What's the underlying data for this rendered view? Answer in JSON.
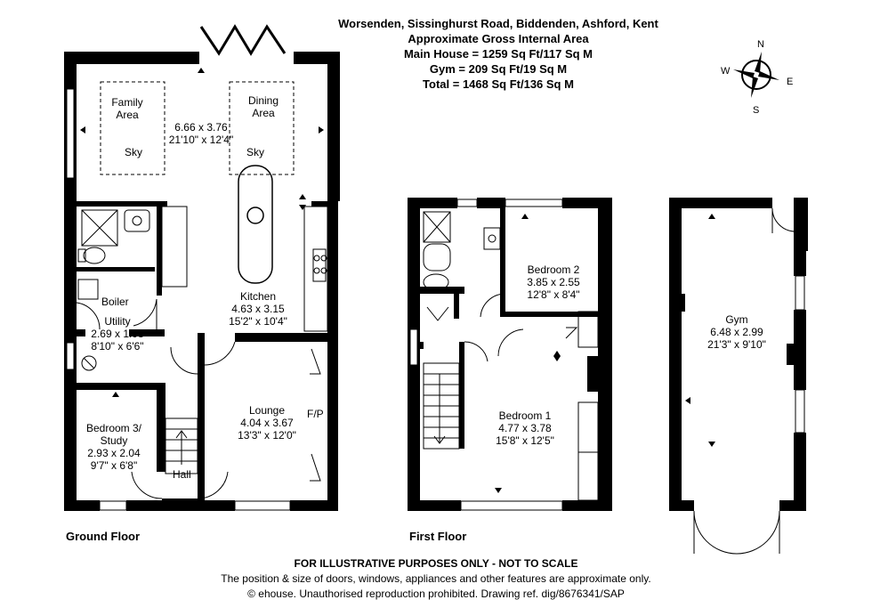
{
  "header": {
    "address": "Worsenden, Sissinghurst Road, Biddenden, Ashford, Kent",
    "area_title": "Approximate Gross Internal Area",
    "main_house": "Main House = 1259 Sq Ft/117 Sq M",
    "gym": "Gym = 209 Sq Ft/19 Sq M",
    "total": "Total = 1468 Sq Ft/136 Sq M"
  },
  "compass": {
    "n": "N",
    "e": "E",
    "s": "S",
    "w": "W"
  },
  "floors": {
    "ground": "Ground Floor",
    "first": "First Floor"
  },
  "rooms": {
    "family": {
      "name1": "Family",
      "name2": "Area"
    },
    "dining": {
      "name1": "Dining",
      "name2": "Area"
    },
    "family_dining_dims": {
      "metric": "6.66 x 3.76",
      "imperial": "21'10\" x 12'4\""
    },
    "sky": "Sky",
    "kitchen": {
      "name": "Kitchen",
      "metric": "4.63 x 3.15",
      "imperial": "15'2\" x 10'4\""
    },
    "boiler": "Boiler",
    "utility": {
      "name": "Utility",
      "metric": "2.69 x 1.98",
      "imperial": "8'10\" x 6'6\""
    },
    "lounge": {
      "name": "Lounge",
      "metric": "4.04 x 3.67",
      "imperial": "13'3\" x 12'0\""
    },
    "fp": "F/P",
    "bedroom3": {
      "name1": "Bedroom 3/",
      "name2": "Study",
      "metric": "2.93 x 2.04",
      "imperial": "9'7\" x 6'8\""
    },
    "hall": "Hall",
    "bedroom2": {
      "name": "Bedroom 2",
      "metric": "3.85 x 2.55",
      "imperial": "12'8\" x 8'4\""
    },
    "bedroom1": {
      "name": "Bedroom 1",
      "metric": "4.77 x 3.78",
      "imperial": "15'8\" x 12'5\""
    },
    "gym": {
      "name": "Gym",
      "metric": "6.48 x 2.99",
      "imperial": "21'3\" x 9'10\""
    }
  },
  "footer": {
    "disclaimer": "FOR ILLUSTRATIVE PURPOSES ONLY - NOT TO SCALE",
    "note": "The position & size of doors, windows, appliances and other features are approximate only.",
    "copyright": "© ehouse. Unauthorised reproduction prohibited. Drawing ref. dig/8676341/SAP"
  }
}
